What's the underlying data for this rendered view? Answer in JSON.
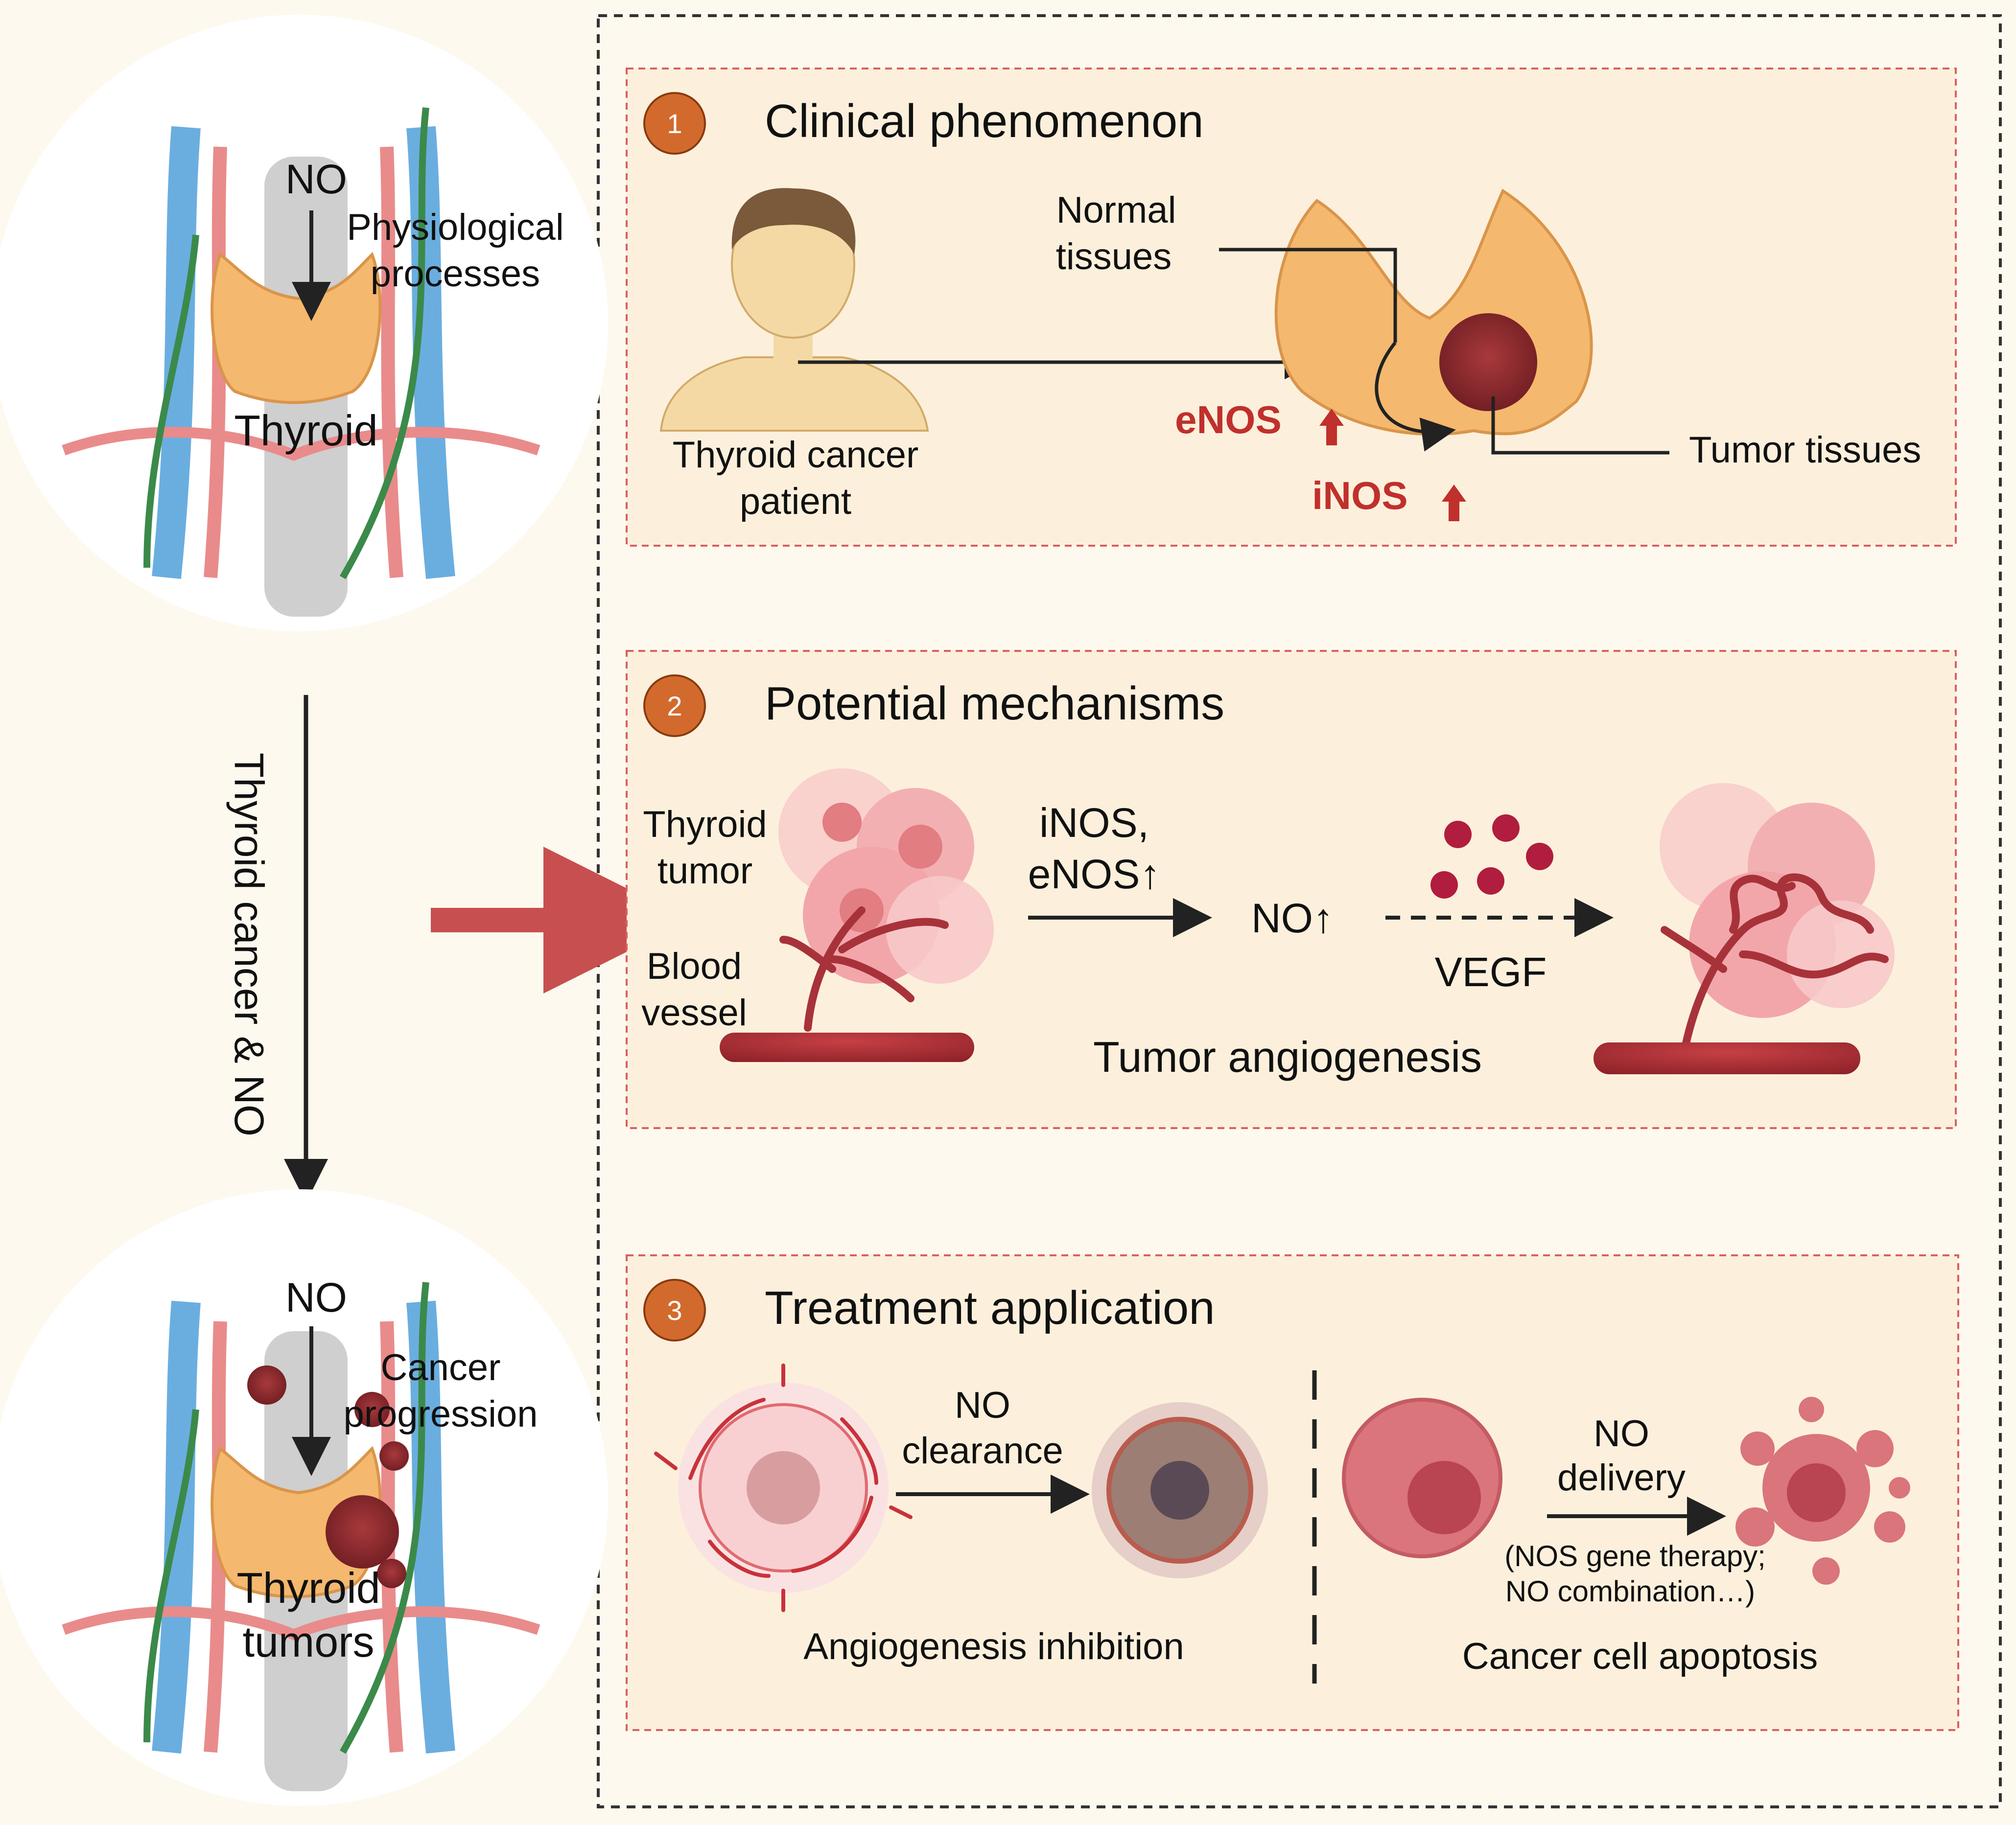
{
  "left": {
    "top_circle": {
      "no_label": "NO",
      "process_line1": "Physiological",
      "process_line2": "processes",
      "organ_label": "Thyroid"
    },
    "vertical_label": "Thyroid cancer & NO",
    "bottom_circle": {
      "no_label": "NO",
      "process_line1": "Cancer",
      "process_line2": "progression",
      "organ_line1": "Thyroid",
      "organ_line2": "tumors"
    }
  },
  "panel1": {
    "number": "1",
    "title": "Clinical phenomenon",
    "patient_line1": "Thyroid cancer",
    "patient_line2": "patient",
    "normal_line1": "Normal",
    "normal_line2": "tissues",
    "enos_label": "eNOS",
    "inos_label": "iNOS",
    "tumor_label": "Tumor tissues"
  },
  "panel2": {
    "number": "2",
    "title": "Potential mechanisms",
    "tumor_line1": "Thyroid",
    "tumor_line2": "tumor",
    "vessel_line1": "Blood",
    "vessel_line2": "vessel",
    "nos_line1": "iNOS,",
    "nos_line2": "eNOS↑",
    "no_label": "NO↑",
    "vegf_label": "VEGF",
    "caption": "Tumor angiogenesis"
  },
  "panel3": {
    "number": "3",
    "title": "Treatment application",
    "clearance_line1": "NO",
    "clearance_line2": "clearance",
    "left_caption": "Angiogenesis inhibition",
    "delivery_line1": "NO",
    "delivery_line2": "delivery",
    "note_line1": "(NOS gene therapy;",
    "note_line2": "NO combination…)",
    "right_caption": "Cancer cell apoptosis"
  },
  "colors": {
    "background": "#fdf9ef",
    "panel_fill": "#fcf0dc",
    "panel_border": "#d9605e",
    "badge": "#d36a2d",
    "thyroid": "#f4b86e",
    "tumor": "#8b2a2e",
    "highlight_red": "#c0302c",
    "big_arrow": "#c84f4f"
  },
  "icons": [
    "thyroid-icon",
    "tumor-icon",
    "patient-icon",
    "blood-vessel-icon",
    "vegf-molecule-icon",
    "cell-icon",
    "arrow-icon"
  ]
}
